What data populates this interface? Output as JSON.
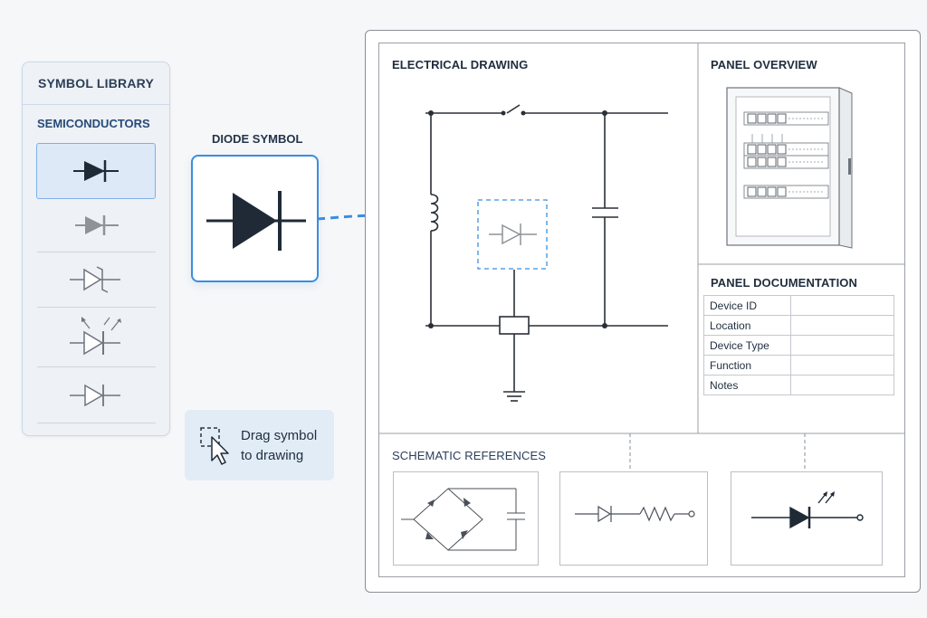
{
  "library": {
    "title": "SYMBOL LIBRARY",
    "section": "SEMICONDUCTORS",
    "items": [
      {
        "icon": "diode-icon",
        "selected": true
      },
      {
        "icon": "diode-gray-icon",
        "selected": false
      },
      {
        "icon": "zener-diode-icon",
        "selected": false
      },
      {
        "icon": "led-icon",
        "selected": false
      },
      {
        "icon": "diode-outline-icon",
        "selected": false
      }
    ]
  },
  "preview": {
    "label": "DIODE SYMBOL",
    "icon": "diode-icon"
  },
  "tip": {
    "icon": "drag-cursor-icon",
    "line1": "Drag symbol",
    "line2": "to drawing"
  },
  "drawing": {
    "title": "ELECTRICAL DRAWING"
  },
  "panel_overview": {
    "title": "PANEL OVERVIEW"
  },
  "panel_documentation": {
    "title": "PANEL DOCUMENTATION",
    "rows": [
      {
        "label": "Device ID",
        "value": ""
      },
      {
        "label": "Location",
        "value": ""
      },
      {
        "label": "Device Type",
        "value": ""
      },
      {
        "label": "Function",
        "value": ""
      },
      {
        "label": "Notes",
        "value": ""
      }
    ]
  },
  "schematic_references": {
    "title": "SCHEMATIC REFERENCES",
    "items": [
      {
        "icon": "bridge-rectifier-icon"
      },
      {
        "icon": "diode-resistor-icon"
      },
      {
        "icon": "led-circuit-icon"
      }
    ]
  },
  "colors": {
    "accent": "#3a8ee0",
    "symbol_dark": "#1f2a36",
    "symbol_gray": "#8d9399"
  }
}
